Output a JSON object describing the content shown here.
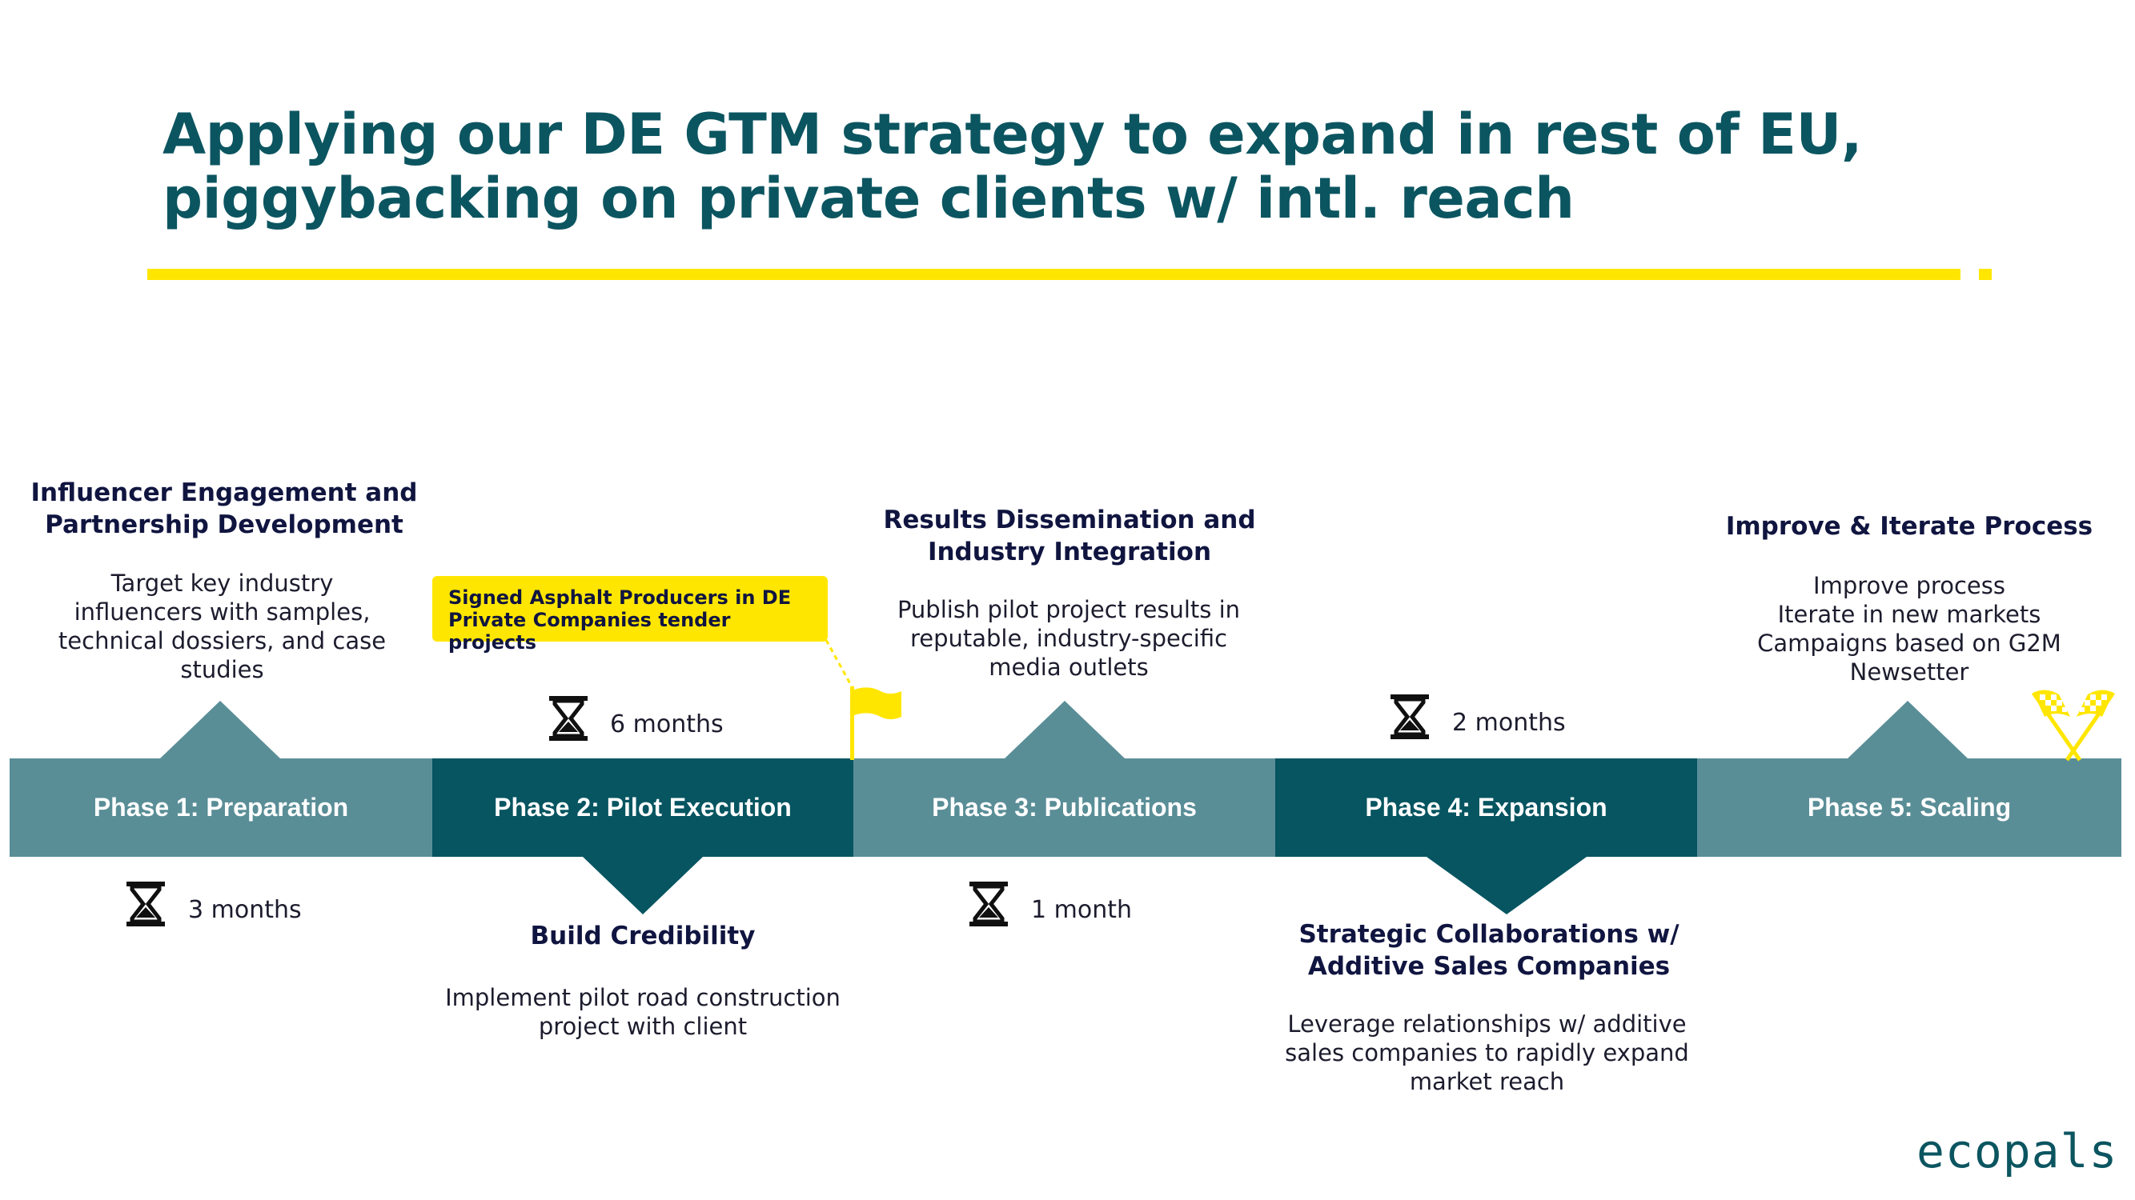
{
  "title": {
    "line1": "Applying our DE GTM strategy to expand in rest of EU,",
    "line2": "piggybacking on private clients w/ intl. reach"
  },
  "colors": {
    "title": "#0b5560",
    "accent_yellow": "#ffe600",
    "phase_light": "#5a8e97",
    "phase_dark": "#065561",
    "heading_text": "#101540"
  },
  "phases": [
    {
      "label": "Phase 1: Preparation",
      "heading": "Influencer Engagement and Partnership Development",
      "description": "Target key industry influencers with samples, technical dossiers, and case studies",
      "duration": "3 months"
    },
    {
      "label": "Phase 2: Pilot Execution",
      "heading": "Build Credibility",
      "description": "Implement pilot road construction project with client",
      "duration": "6 months"
    },
    {
      "label": "Phase 3: Publications",
      "heading": "Results Dissemination and Industry Integration",
      "description": "Publish pilot project results in reputable, industry-specific media outlets",
      "duration": "1 month"
    },
    {
      "label": "Phase 4: Expansion",
      "heading": "Strategic Collaborations w/ Additive Sales Companies",
      "description": "Leverage relationships w/ additive sales companies to rapidly expand market reach",
      "duration": "2 months"
    },
    {
      "label": "Phase 5: Scaling",
      "heading": "Improve & Iterate Process",
      "description_lines": [
        "Improve process",
        "Iterate in new markets",
        "Campaigns based on G2M",
        "Newsetter"
      ]
    }
  ],
  "milestone": {
    "text": "Signed Asphalt Producers in DE Private Companies tender projects",
    "icon": "flag-icon"
  },
  "finish_icon": "checkered-flags-icon",
  "duration_icon": "hourglass-icon",
  "logo": "ecopals"
}
